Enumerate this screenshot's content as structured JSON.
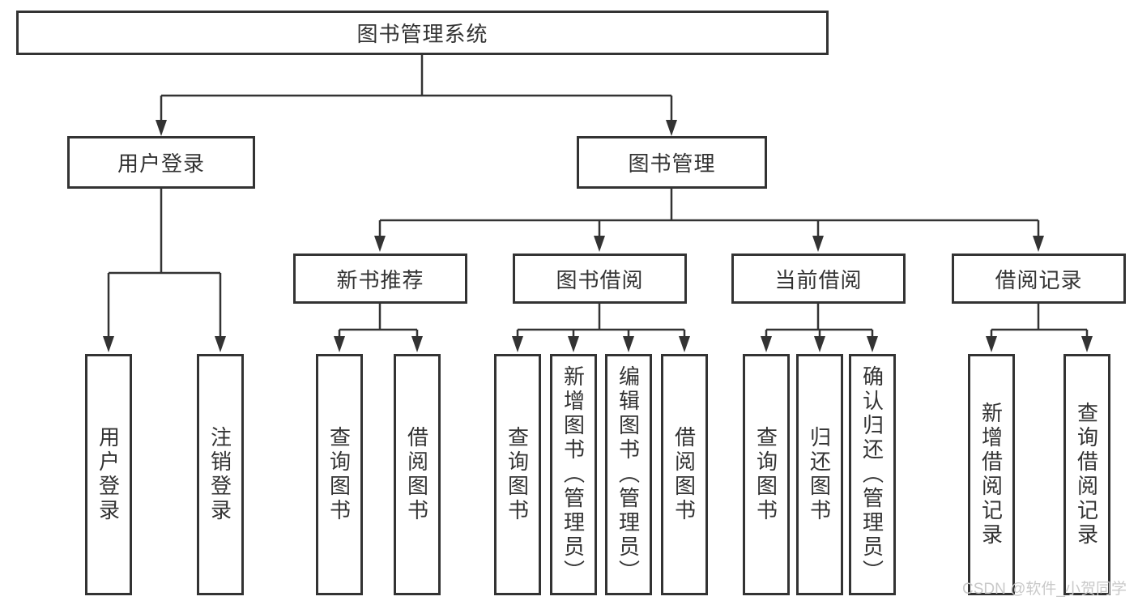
{
  "tree": {
    "root": {
      "label": "图书管理系统",
      "children": [
        {
          "label": "用户登录",
          "children": [
            {
              "label": "用户登录"
            },
            {
              "label": "注销登录"
            }
          ]
        },
        {
          "label": "图书管理",
          "children": [
            {
              "label": "新书推荐",
              "children": [
                {
                  "label": "查询图书"
                },
                {
                  "label": "借阅图书"
                }
              ]
            },
            {
              "label": "图书借阅",
              "children": [
                {
                  "label": "查询图书"
                },
                {
                  "label": "新增图书（管理员）"
                },
                {
                  "label": "编辑图书（管理员）"
                },
                {
                  "label": "借阅图书"
                }
              ]
            },
            {
              "label": "当前借阅",
              "children": [
                {
                  "label": "查询图书"
                },
                {
                  "label": "归还图书"
                },
                {
                  "label": "确认归还（管理员）"
                }
              ]
            },
            {
              "label": "借阅记录",
              "children": [
                {
                  "label": "新增借阅记录"
                },
                {
                  "label": "查询借阅记录"
                }
              ]
            }
          ]
        }
      ]
    }
  },
  "watermark": {
    "text": "CSDN @软件_小贺同学"
  },
  "colors": {
    "line": "#333333",
    "text": "#333333",
    "box_background": "#ffffff",
    "watermark_text": "#c9c9c9"
  }
}
